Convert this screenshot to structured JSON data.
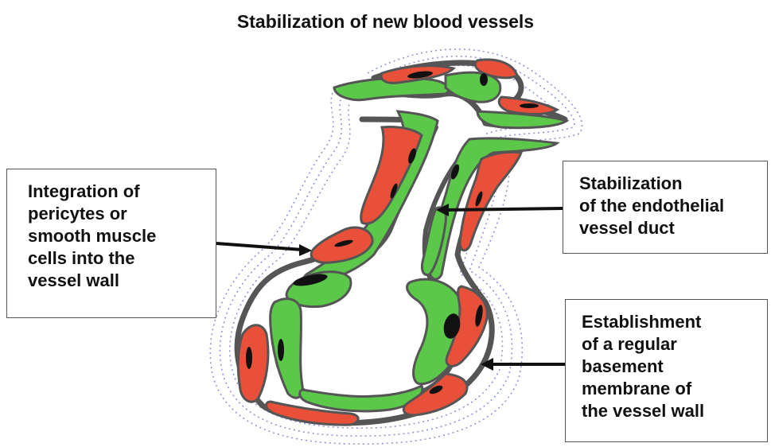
{
  "title": "Stabilization of new blood vessels",
  "labels": {
    "pericytes": [
      "Integration of",
      "pericytes or",
      "smooth muscle",
      "cells into the",
      "vessel wall"
    ],
    "endothelial": [
      "Stabilization",
      "of the endothelial",
      "vessel duct"
    ],
    "basement": [
      "Establishment",
      "of a regular",
      "basement",
      "membrane of",
      "the vessel wall"
    ]
  },
  "colors": {
    "endothelial_cell": "#5cc84a",
    "pericyte_cell": "#e8503a",
    "cell_outline": "#555555",
    "nucleus": "#111111",
    "basement_dots": "#6a74c8"
  }
}
